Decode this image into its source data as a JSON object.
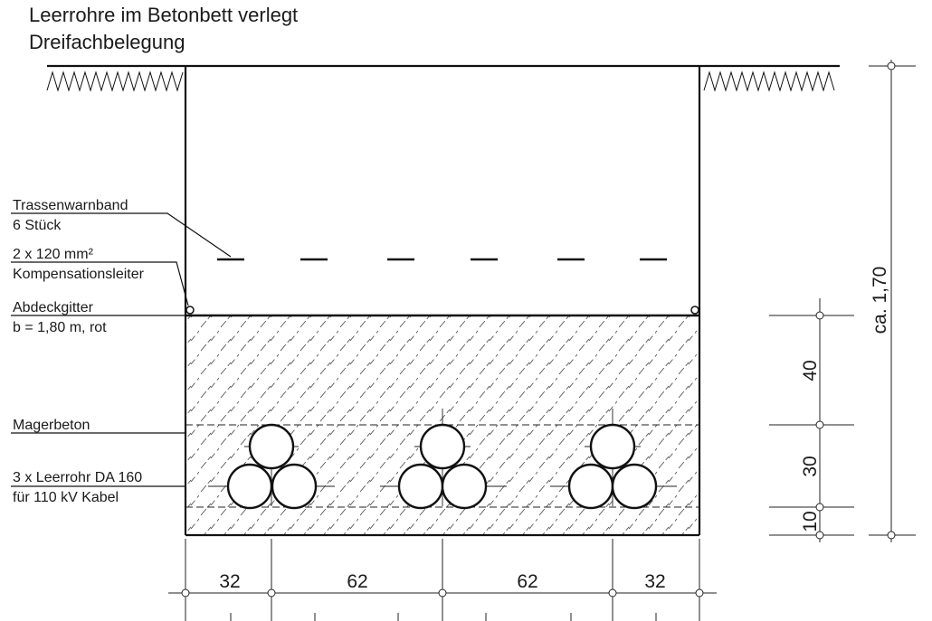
{
  "title": {
    "line1": "Leerrohre im Betonbett verlegt",
    "line2": "Dreifachbelegung"
  },
  "labels": {
    "warning_tape_1": "Trassenwarnband",
    "warning_tape_2": "6 Stück",
    "compensation_1": "2 x 120 mm²",
    "compensation_2": "Kompensationsleiter",
    "cover_grid_1": "Abdeckgitter",
    "cover_grid_2": "b = 1,80 m, rot",
    "lean_concrete": "Magerbeton",
    "conduit_1": "3 x Leerrohr DA 160",
    "conduit_2": "für 110 kV Kabel"
  },
  "dimensions": {
    "horizontal": [
      "32",
      "62",
      "62",
      "32"
    ],
    "vertical": [
      "40",
      "30",
      "10"
    ],
    "total_depth": "ca. 1,70"
  }
}
